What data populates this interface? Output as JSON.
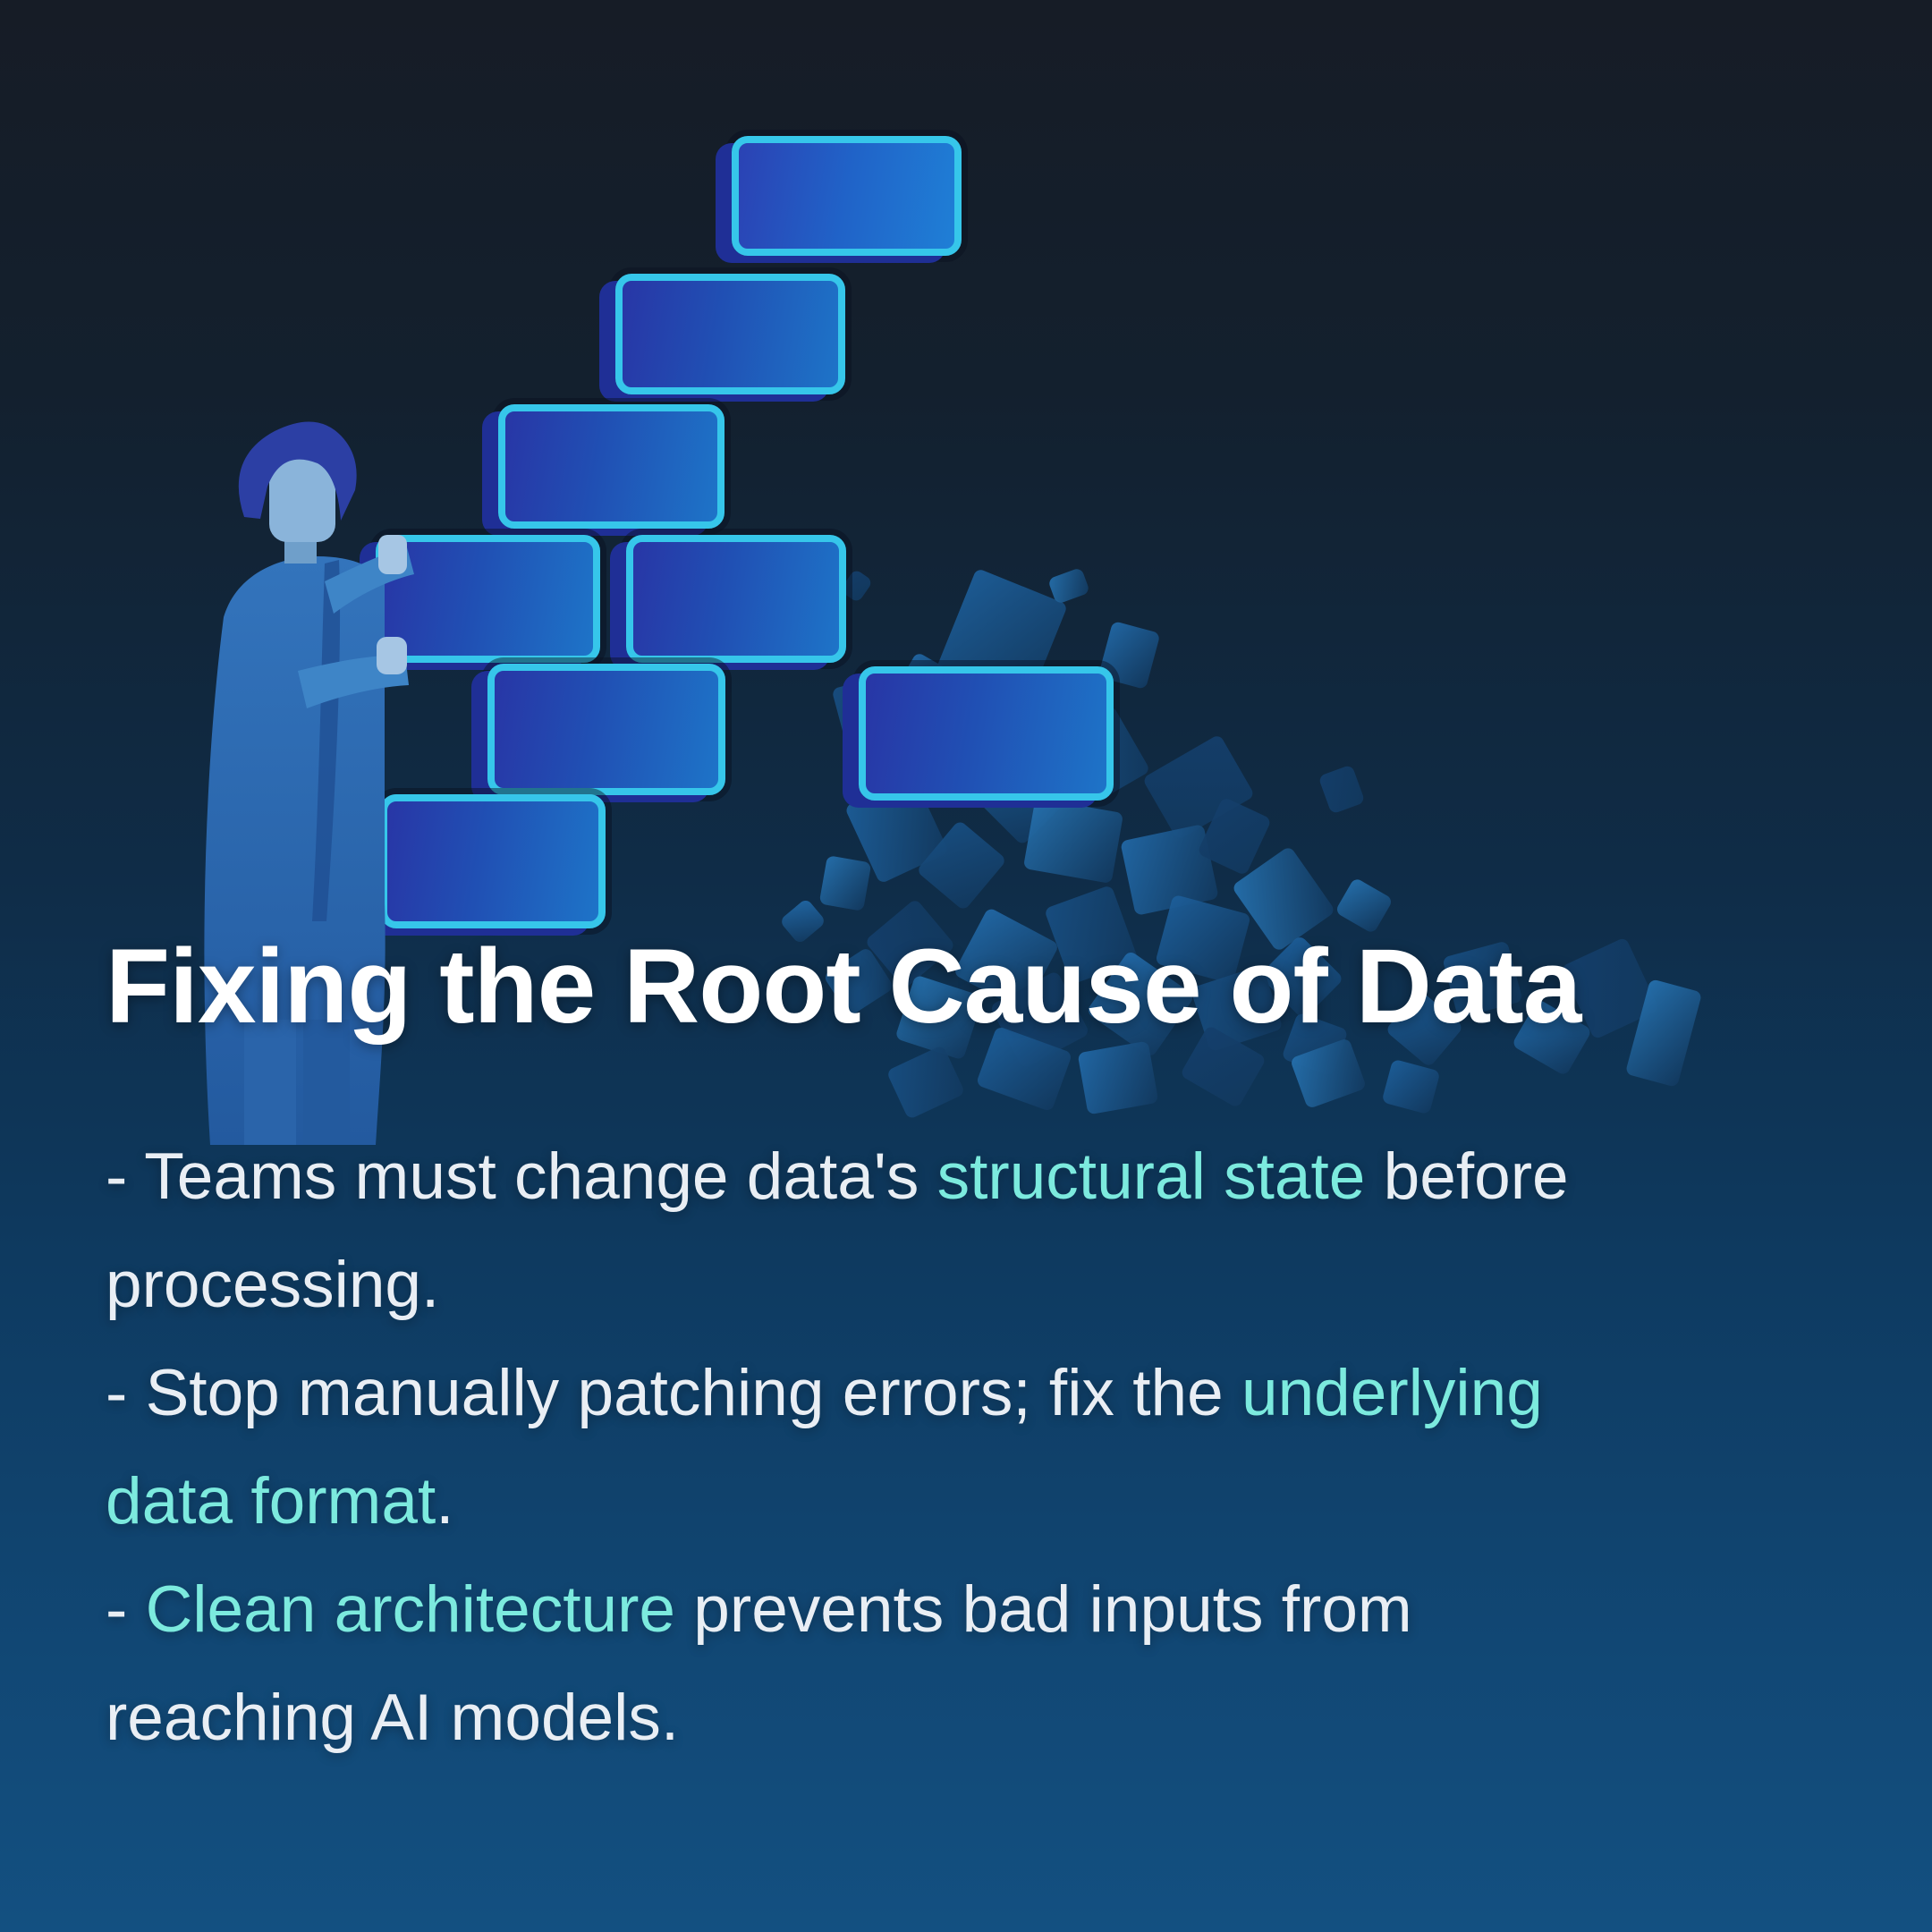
{
  "slide": {
    "title": "Fixing the Root Cause of Data",
    "bullets": [
      {
        "lines": [
          [
            {
              "text": "- Teams must change data's "
            },
            {
              "text": "structural state",
              "highlight": true
            },
            {
              "text": " before"
            }
          ],
          [
            {
              "text": "processing."
            }
          ]
        ]
      },
      {
        "lines": [
          [
            {
              "text": "- Stop manually patching errors; fix the "
            },
            {
              "text": "underlying",
              "highlight": true
            }
          ],
          [
            {
              "text": "data format",
              "highlight": true
            },
            {
              "text": "."
            }
          ]
        ]
      },
      {
        "lines": [
          [
            {
              "text": "- "
            },
            {
              "text": "Clean architecture",
              "highlight": true
            },
            {
              "text": " prevents bad inputs from"
            }
          ],
          [
            {
              "text": "reaching AI models."
            }
          ]
        ]
      }
    ]
  },
  "illustration": {
    "person": "person-builder",
    "wall": "stacked-block-staircase",
    "wall_blocks_count": 8,
    "rubble": "crumbled-blocks-pile"
  },
  "colors": {
    "background_top": "#161c26",
    "background_bottom": "#135081",
    "title_text": "#ffffff",
    "body_text": "#e9eef4",
    "highlight": "#7ceade",
    "block_border": "#36c6ea",
    "block_fill_dark": "#2836a6",
    "block_fill_light": "#1e74c8",
    "block_depth": "#1f2f96",
    "rubble_blue": "#1d5f9b"
  }
}
